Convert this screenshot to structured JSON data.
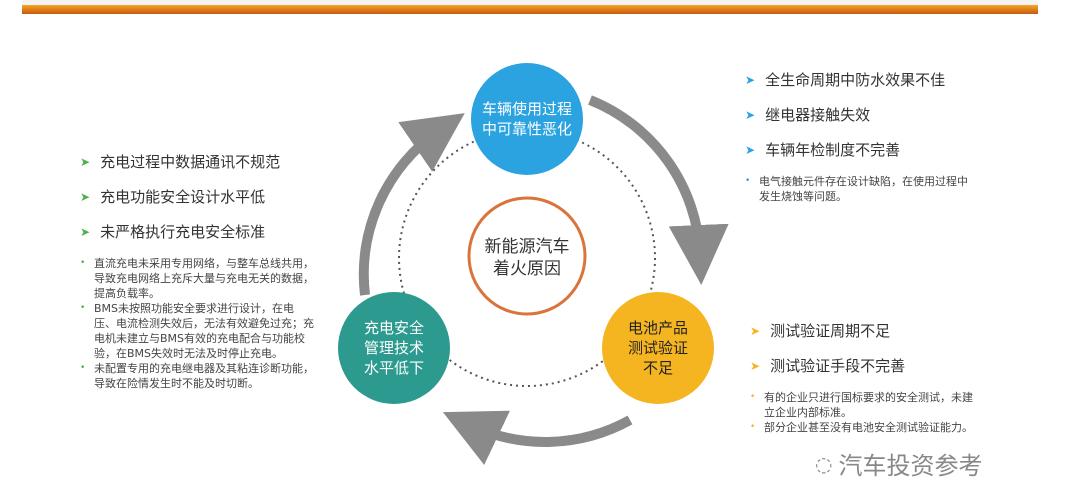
{
  "center": {
    "label_line1": "新能源汽车",
    "label_line2": "着火原因"
  },
  "nodes": [
    {
      "line1": "车辆使用过程",
      "line2": "中可靠性恶化",
      "line3": "",
      "color": "#2aa3e0"
    },
    {
      "line1": "电池产品",
      "line2": "测试验证",
      "line3": "不足",
      "color": "#f5b520"
    },
    {
      "line1": "充电安全",
      "line2": "管理技术",
      "line3": "水平低下",
      "color": "#2c9a8f"
    }
  ],
  "left_panel": {
    "headings": [
      "充电过程中数据通讯不规范",
      "充电功能安全设计水平低",
      "未严格执行充电安全标准"
    ],
    "bullets": [
      "直流充电未采用专用网络，与整车总线共用，导致充电网络上充斥大量与充电无关的数据，提高负载率。",
      "BMS未按照功能安全要求进行设计，在电压、电流检测失效后，无法有效避免过充；充电机未建立与BMS有效的充电配合与功能校验，在BMS失效时无法及时停止充电。",
      "未配置专用的充电继电器及其粘连诊断功能，导致在险情发生时不能及时切断。"
    ],
    "accent": "#4caf50"
  },
  "right_top_panel": {
    "headings": [
      "全生命周期中防水效果不佳",
      "继电器接触失效",
      "车辆年检制度不完善"
    ],
    "bullets": [
      "电气接触元件存在设计缺陷，在使用过程中发生烧蚀等问题。"
    ],
    "accent": "#2aa3e0"
  },
  "right_bottom_panel": {
    "headings": [
      "测试验证周期不足",
      "测试验证手段不完善"
    ],
    "bullets": [
      "有的企业只进行国标要求的安全测试，未建立企业内部标准。",
      "部分企业甚至没有电池安全测试验证能力。"
    ],
    "accent": "#f5b520"
  },
  "watermark": "汽车投资参考"
}
